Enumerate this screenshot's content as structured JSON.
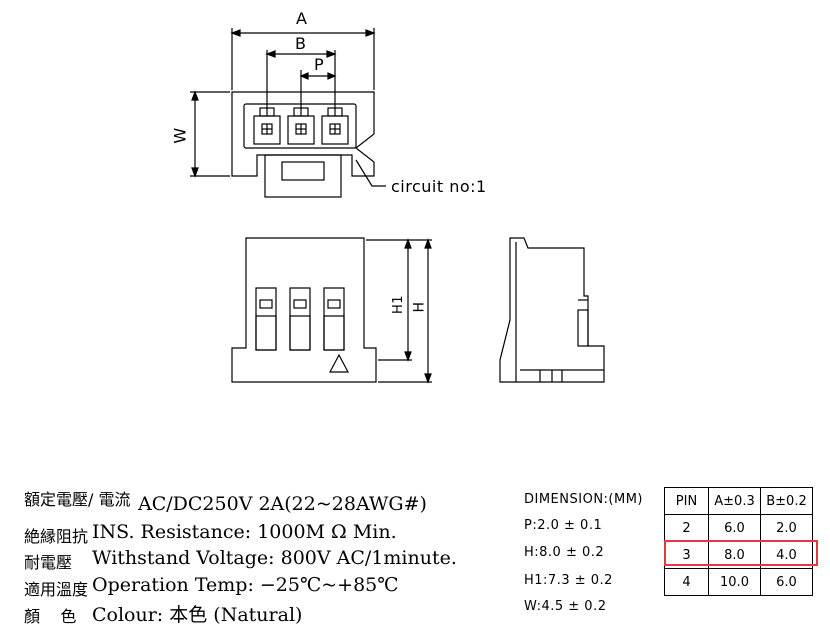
{
  "drawing_labels": {
    "A": "A",
    "B": "B",
    "P": "P",
    "W": "W",
    "H1": "H1",
    "H": "H",
    "circuit": "circuit no:1"
  },
  "specs": [
    {
      "cn": "額定電壓/ 電流",
      "en": "AC/DC250V 2A(22~28AWG#)"
    },
    {
      "cn": "絶縁阻抗",
      "en": "INS. Resistance: 1000M Ω Min."
    },
    {
      "cn": "耐電壓",
      "en": "Withstand Voltage: 800V AC/1minute."
    },
    {
      "cn": "適用溫度",
      "en": "Operation Temp: −25℃~+85℃"
    },
    {
      "cn": "顏    色",
      "en": "Colour: 本色 (Natural)"
    }
  ],
  "dimensions": {
    "title": "DIMENSION:(MM)",
    "items": [
      "P:2.0 ± 0.1",
      "H:8.0 ± 0.2",
      "H1:7.3 ± 0.2",
      "W:4.5 ± 0.2"
    ]
  },
  "pin_table": {
    "headers": [
      "PIN",
      "A±0.3",
      "B±0.2"
    ],
    "rows": [
      [
        "2",
        "6.0",
        "2.0"
      ],
      [
        "3",
        "8.0",
        "4.0"
      ],
      [
        "4",
        "10.0",
        "6.0"
      ]
    ]
  },
  "highlight_color": "#e23b3b"
}
